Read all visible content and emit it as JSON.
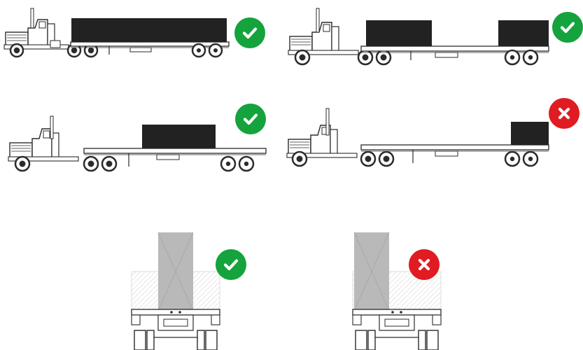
{
  "colors": {
    "ok": "#14a33c",
    "bad": "#e01b22",
    "container": "#222222",
    "line": "#2b2b2b",
    "rear_box": "#b9b9b9",
    "rear_hatch": "#d5d5d5"
  },
  "icons": {
    "ok": "check-icon",
    "bad": "cross-icon"
  },
  "scenarios": [
    {
      "id": "full-length-load",
      "verdict": "ok"
    },
    {
      "id": "split-front-rear-loads",
      "verdict": "ok"
    },
    {
      "id": "mid-rear-load",
      "verdict": "ok"
    },
    {
      "id": "rear-end-only-load",
      "verdict": "bad"
    },
    {
      "id": "centered-rear-view",
      "verdict": "ok"
    },
    {
      "id": "offset-rear-view",
      "verdict": "bad"
    }
  ]
}
